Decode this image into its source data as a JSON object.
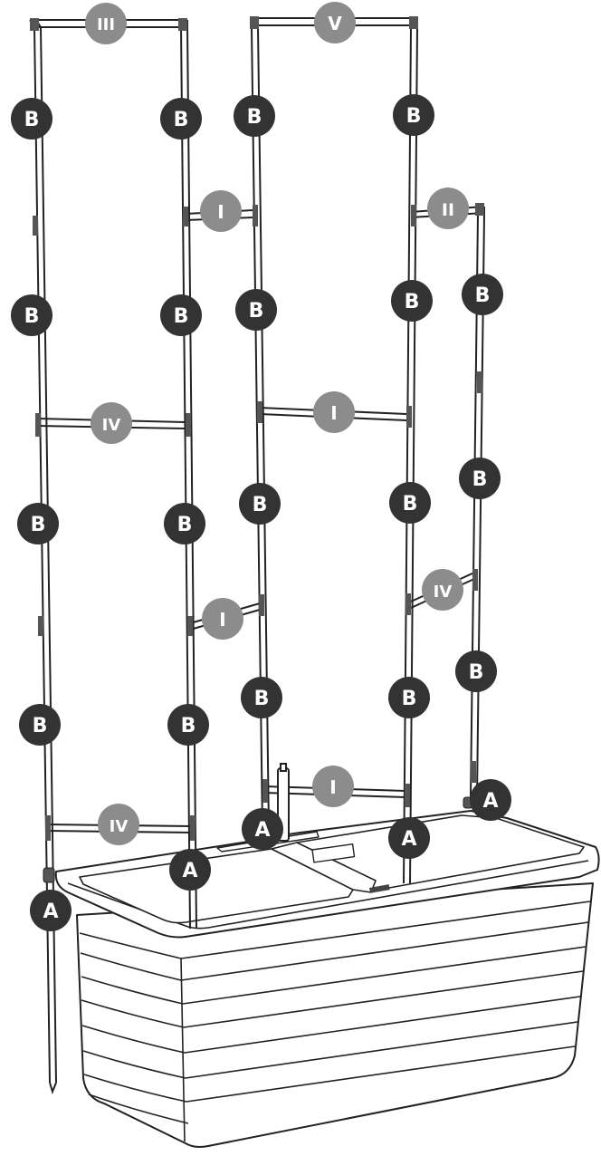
{
  "colors": {
    "line": "#222222",
    "joint": "#555555",
    "badge_dark": "#333333",
    "badge_gray": "#8c8c8c",
    "badge_text": "#ffffff",
    "background": "#ffffff"
  },
  "labels": {
    "stake": "A",
    "pole": "B",
    "connector_1": "I",
    "connector_2": "II",
    "connector_3": "III",
    "connector_4": "IV",
    "connector_5": "V"
  }
}
